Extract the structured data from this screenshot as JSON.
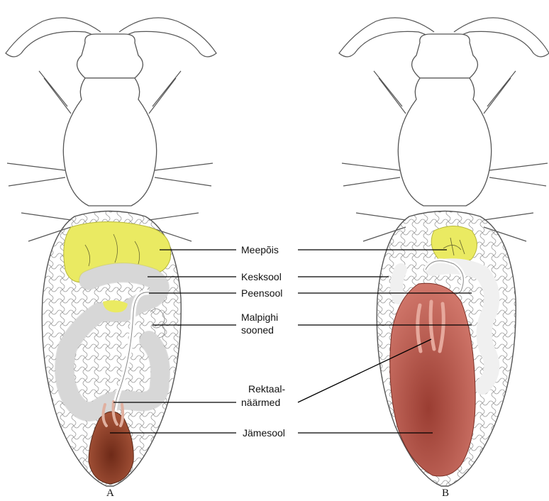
{
  "labels": {
    "meepois": "Meepõis",
    "kesksool": "Kesksool",
    "peensool": "Peensool",
    "malpighi_1": "Malpighi",
    "malpighi_2": "sooned",
    "rektaal_1": "Rektaal-",
    "rektaal_2": "näärmed",
    "jamesool": "Jämesool"
  },
  "captions": {
    "a": "A",
    "b": "B"
  },
  "colors": {
    "crop": "#eaea62",
    "midgut": "#f2f2f2",
    "rectum_a": "#8a3a22",
    "rectum_b": "#c0594a",
    "outline": "#555555",
    "leader": "#000000"
  }
}
